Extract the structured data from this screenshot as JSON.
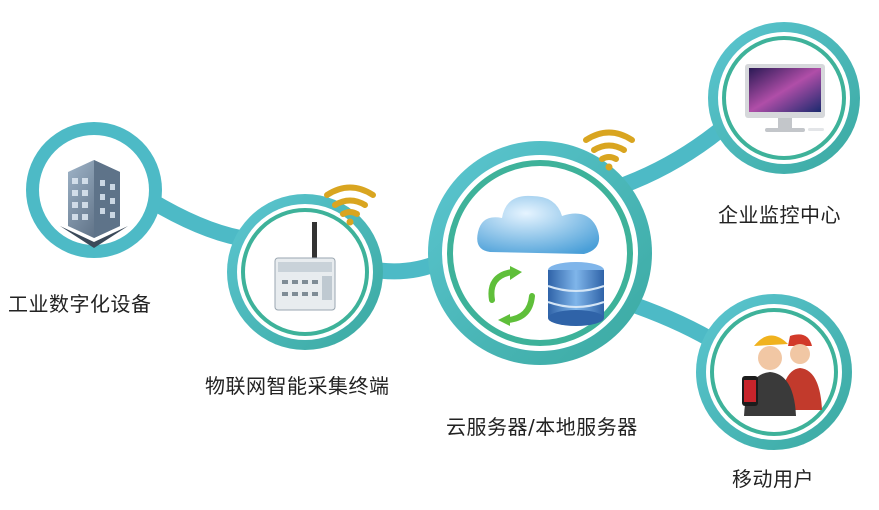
{
  "nodes": {
    "industrial": {
      "label": "工业数字化设备",
      "icon": "office-building-icon"
    },
    "terminal": {
      "label": "物联网智能采集终端",
      "icon": "iot-gateway-device-icon"
    },
    "server": {
      "label": "云服务器/本地服务器",
      "icon": "cloud-database-icon"
    },
    "monitor": {
      "label": "企业监控中心",
      "icon": "desktop-computer-icon"
    },
    "mobile": {
      "label": "移动用户",
      "icon": "mobile-workers-icon"
    }
  },
  "colors": {
    "ring": "#4dbac6",
    "ring_inner": "#3eb29a",
    "wifi": "#d9a520",
    "cloud": "#4a9fd8",
    "database": "#5b8fc9",
    "sync_arrows": "#5fbf3a"
  }
}
